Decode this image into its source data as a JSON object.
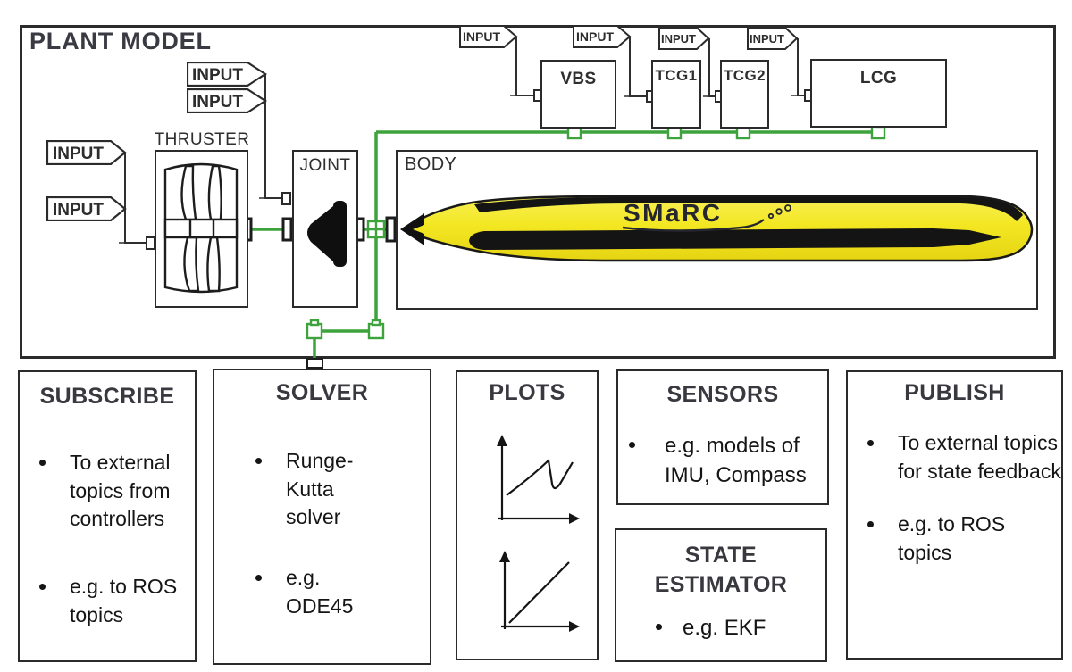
{
  "colors": {
    "green": "#3da43d",
    "ink": "#2b2b2b",
    "hull_yellow": "#f3e722"
  },
  "plant": {
    "title": "PLANT MODEL",
    "input_label": "INPUT",
    "thruster": {
      "label": "THRUSTER"
    },
    "joint": {
      "label": "JOINT"
    },
    "body": {
      "label": "BODY",
      "vehicle_logo": "SMaRC"
    },
    "top_blocks": [
      {
        "label": "VBS"
      },
      {
        "label": "TCG1"
      },
      {
        "label": "TCG2"
      },
      {
        "label": "LCG"
      }
    ]
  },
  "panels": {
    "subscribe": {
      "title": "SUBSCRIBE",
      "bullets": [
        "To external topics from controllers",
        "e.g. to ROS topics"
      ]
    },
    "solver": {
      "title": "SOLVER",
      "bullets": [
        "Runge-Kutta solver",
        "e.g. ODE45"
      ]
    },
    "plots": {
      "title": "PLOTS"
    },
    "sensors": {
      "title": "SENSORS",
      "bullets": [
        "e.g. models of IMU, Compass"
      ]
    },
    "state_estimator": {
      "title": "STATE ESTIMATOR",
      "bullets": [
        "e.g. EKF"
      ]
    },
    "publish": {
      "title": "PUBLISH",
      "bullets": [
        "To external topics for state feedback",
        "e.g. to ROS topics"
      ]
    }
  }
}
